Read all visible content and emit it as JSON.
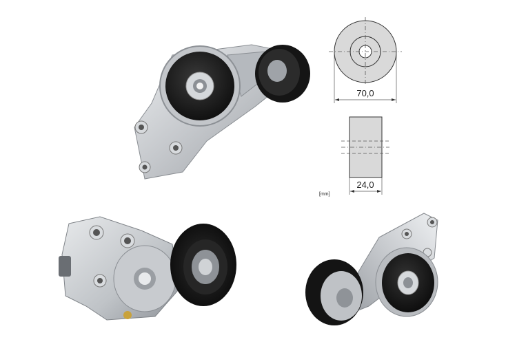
{
  "drawing": {
    "diameter_label": "70,0",
    "width_label": "24,0",
    "unit_label": "[mm]"
  },
  "colors": {
    "background": "#ffffff",
    "pulley_face": "#d9d9d9",
    "belt_roller": "#1a1a1a",
    "aluminum_bracket": "#c9cbce",
    "dimension_line": "#555555"
  },
  "photos": [
    {
      "name": "tensioner-photo-top",
      "icon": "belt-tensioner-pulley-icon"
    },
    {
      "name": "tensioner-photo-bottom-left",
      "icon": "belt-tensioner-pulley-icon"
    },
    {
      "name": "tensioner-photo-bottom-right",
      "icon": "belt-tensioner-pulley-icon"
    }
  ]
}
